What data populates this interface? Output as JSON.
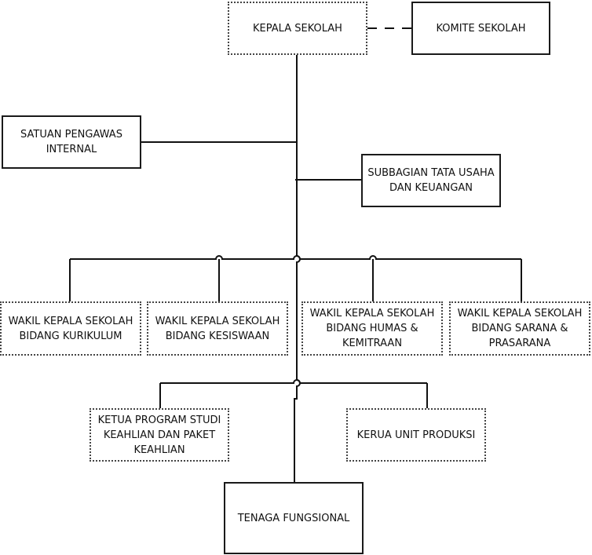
{
  "diagram": {
    "nodes": {
      "kepala": "KEPALA SEKOLAH",
      "komite": "KOMITE SEKOLAH",
      "spi": "SATUAN PENGAWAS\nINTERNAL",
      "subbagian": "SUBBAGIAN TATA USAHA\nDAN KEUANGAN",
      "waka_kurikulum": "WAKIL KEPALA SEKOLAH\nBIDANG KURIKULUM",
      "waka_kesiswaan": "WAKIL KEPALA SEKOLAH\nBIDANG KESISWAAN",
      "waka_humas": "WAKIL KEPALA SEKOLAH\nBIDANG HUMAS &\nKEMITRAAN",
      "waka_sarana": "WAKIL KEPALA SEKOLAH\nBIDANG SARANA &\nPRASARANA",
      "ketua_prodi": "KETUA PROGRAM STUDI\nKEAHLIAN DAN PAKET\nKEAHLIAN",
      "unit_produksi": "KERUA UNIT PRODUKSI",
      "tenaga": "TENAGA FUNGSIONAL"
    }
  }
}
